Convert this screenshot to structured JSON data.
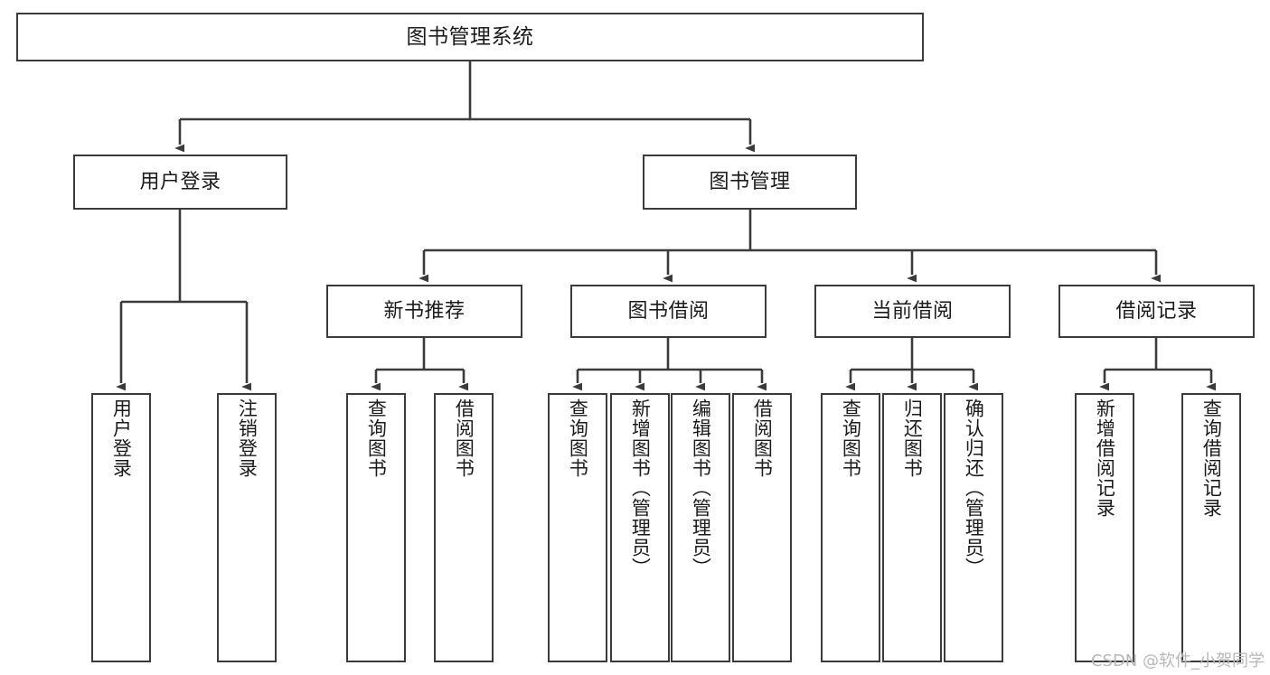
{
  "diagram": {
    "title": "图书管理系统",
    "watermark": "CSDN @软件_小贺同学",
    "colors": {
      "stroke": "#3b3b3b",
      "fill": "#ffffff",
      "text": "#1b1b1b",
      "watermark": "#b8b8b8"
    },
    "levels": {
      "root": {
        "label": "图书管理系统"
      },
      "level2": [
        {
          "label": "用户登录"
        },
        {
          "label": "图书管理"
        }
      ],
      "level3": [
        {
          "label": "新书推荐"
        },
        {
          "label": "图书借阅"
        },
        {
          "label": "当前借阅"
        },
        {
          "label": "借阅记录"
        }
      ],
      "leaves": {
        "user_login": [
          {
            "label": "用户登录"
          },
          {
            "label": "注销登录"
          }
        ],
        "new_book_recommend": [
          {
            "label": "查询图书"
          },
          {
            "label": "借阅图书"
          }
        ],
        "book_borrow": [
          {
            "label": "查询图书"
          },
          {
            "label": "新增图书（管理员）"
          },
          {
            "label": "编辑图书（管理员）"
          },
          {
            "label": "借阅图书"
          }
        ],
        "current_borrow": [
          {
            "label": "查询图书"
          },
          {
            "label": "归还图书"
          },
          {
            "label": "确认归还（管理员）"
          }
        ],
        "borrow_record": [
          {
            "label": "新增借阅记录"
          },
          {
            "label": "查询借阅记录"
          }
        ]
      }
    }
  }
}
